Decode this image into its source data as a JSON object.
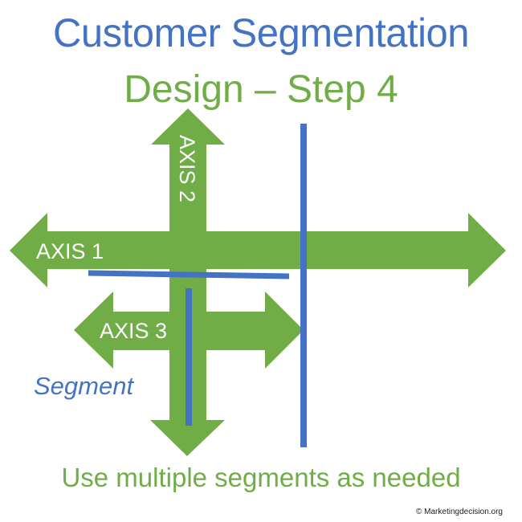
{
  "title": "Customer Segmentation",
  "subtitle": "Design – Step 4",
  "axes": [
    {
      "label": "AXIS 1",
      "direction": "horizontal, bidirectional"
    },
    {
      "label": "AXIS 2",
      "direction": "vertical, upward"
    },
    {
      "label": "AXIS 3",
      "direction": "horizontal, bidirectional"
    }
  ],
  "segment_label": "Segment",
  "footer_note": "Use multiple segments as needed",
  "copyright": "© Marketingdecision.org",
  "colors": {
    "title_blue": "#4472c4",
    "accent_green": "#70ad47",
    "segment_line_blue": "#4472c4",
    "axis_text": "#ffffff"
  }
}
